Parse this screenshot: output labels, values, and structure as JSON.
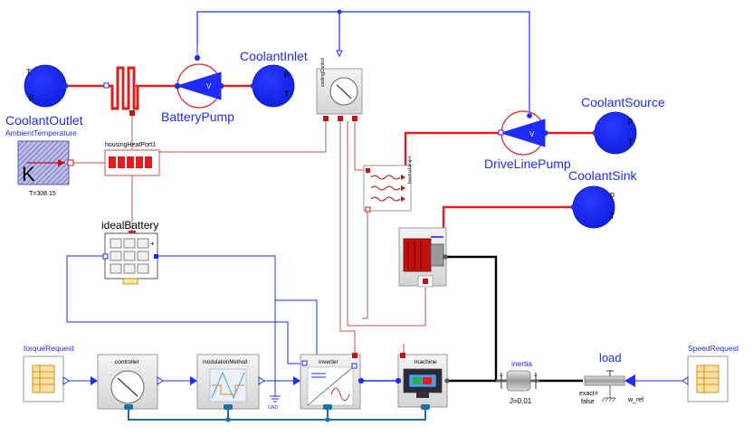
{
  "colors": {
    "fluid": "#e21d1d",
    "signal": "#1f2bff",
    "heat": "#c85050",
    "mech": "#000000",
    "bus": "#1a6fa8",
    "sphere": "#1f2bff"
  },
  "components": {
    "coolant_outlet": {
      "name": "CoolantOutlet",
      "p": "p",
      "t": "T"
    },
    "ambient": {
      "name": "AmbientTemperature",
      "symbol": "K",
      "value": "T=308.15"
    },
    "battery_pump": {
      "name": "BatteryPump",
      "v": "V"
    },
    "coolant_inlet": {
      "name": "CoolantInlet",
      "p": "p",
      "t": "T"
    },
    "cooling_control": {
      "name": "coolingControl"
    },
    "housing": {
      "name": "housingHeatPort1"
    },
    "heat_exchanger": {
      "name": "heatExchanger"
    },
    "drive_pump": {
      "name": "DriveLinePump",
      "v": "V"
    },
    "coolant_source": {
      "name": "CoolantSource",
      "p": "p",
      "t": "T"
    },
    "coolant_sink": {
      "name": "CoolantSink",
      "p": "p",
      "t": "T"
    },
    "battery": {
      "name": "idealBattery"
    },
    "torque_request": {
      "name": "torqueRequest"
    },
    "controller": {
      "name": "controller"
    },
    "modulation": {
      "name": "modulationMethod"
    },
    "inverter": {
      "name": "inverter"
    },
    "gnd": {
      "name": "GND"
    },
    "machine": {
      "name": "machine"
    },
    "inertia": {
      "name": "inertia",
      "j": "J=0.01"
    },
    "load": {
      "name": "load",
      "exact": "exact=",
      "exact_val": "false",
      "wref": "w_ref"
    },
    "speed_request": {
      "name": "SpeedRequest"
    }
  }
}
